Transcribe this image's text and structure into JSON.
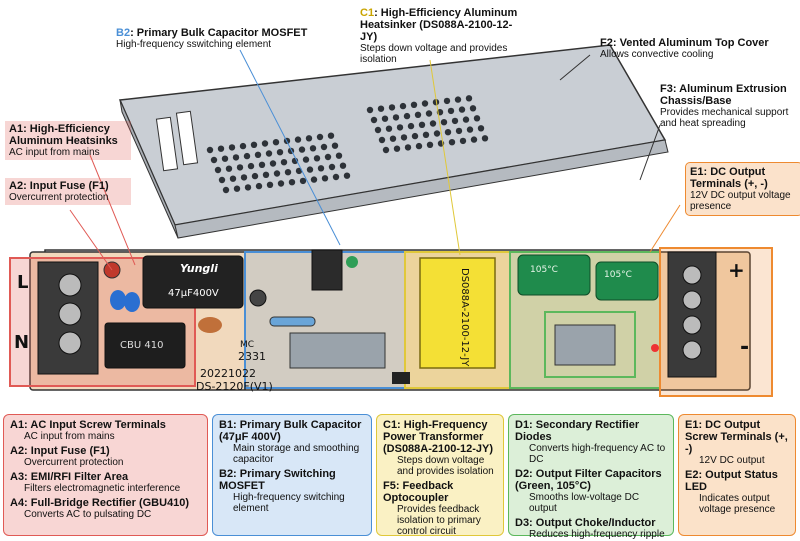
{
  "colors": {
    "red": "#e05a55",
    "blue": "#4a8fd6",
    "yellow": "#e0c83a",
    "green": "#5cb85c",
    "orange": "#ee8a30",
    "pcb": "#f5dcc0",
    "metal": "#cfd3d8"
  },
  "callouts": {
    "b2": {
      "tag": "B2",
      "title": "Primary Bulk Capacitor MOSFET",
      "desc": "High-frequency sswitching element"
    },
    "c1": {
      "tag": "C1",
      "title": "High-Efficiency Aluminum Heatsinker (DS088A-2100-12-JY)",
      "desc": "Steps down voltage and provides isolation"
    },
    "f2": {
      "tag": "F2",
      "title": "Vented Aluminum Top Cover",
      "desc": "Allows convective cooling"
    },
    "f3": {
      "tag": "F3",
      "title": "Aluminum Extrusion Chassis/Base",
      "desc": "Provides mechanical support and heat spreading"
    },
    "a1": {
      "tag": "A1",
      "title": "High-Efficiency Aluminum Heatsinks",
      "desc": "AC input from mains"
    },
    "a2": {
      "tag": "A2",
      "title": "Input Fuse (F1)",
      "desc": "Overcurrent protection"
    },
    "e1": {
      "tag": "E1",
      "title": "DC Output Terminals (+, -)",
      "desc": "12V DC output voltage presence"
    }
  },
  "board": {
    "lbl_L": "L",
    "lbl_N": "N",
    "lbl_plus": "+",
    "lbl_minus": "-",
    "cap_brand": "Yungli",
    "cap_rating": "47μF400V",
    "bridge": "CBU 410",
    "mc": "MC",
    "code": "2331",
    "date": "20221022",
    "model": "DS-2120F(V1)",
    "transformer": "DS088A-2100-12-JY",
    "cap_temp": "105°C"
  },
  "cards": {
    "red": [
      {
        "title": "A1: AC Input Screw Terminals",
        "desc": "AC input from mains"
      },
      {
        "title": "A2: Input Fuse (F1)",
        "desc": "Overcurrent protection"
      },
      {
        "title": "A3: EMI/RFI Filter Area",
        "desc": "Filters electromagnetic interference"
      },
      {
        "title": "A4: Full-Bridge Rectifier (GBU410)",
        "desc": "Converts AC to pulsating DC"
      }
    ],
    "blue": [
      {
        "title": "B1: Primary Bulk Capacitor (47μF 400V)",
        "desc": "Main storage and smoothing capacitor"
      },
      {
        "title": "B2: Primary Switching MOSFET",
        "desc": "High-frequency switching element"
      }
    ],
    "yellow": [
      {
        "title": "C1: High-Frequency Power Transformer (DS088A-2100-12-JY)",
        "desc": "Steps down voltage and provides isolation"
      },
      {
        "title": "F5: Feedback Optocoupler",
        "desc": "Provides feedback isolation to primary control circuit"
      }
    ],
    "green": [
      {
        "title": "D1: Secondary Rectifier Diodes",
        "desc": "Converts high-frequency AC to DC"
      },
      {
        "title": "D2: Output Filter Capacitors (Green, 105°C)",
        "desc": "Smooths low-voltage DC output"
      },
      {
        "title": "D3: Output Choke/Inductor",
        "desc": "Reduces high-frequency ripple"
      }
    ],
    "orange": [
      {
        "title": "E1: DC Output Screw Terminals (+, -)",
        "desc": "12V DC output"
      },
      {
        "title": "E2: Output Status LED",
        "desc": "Indicates output voltage presence"
      }
    ]
  }
}
